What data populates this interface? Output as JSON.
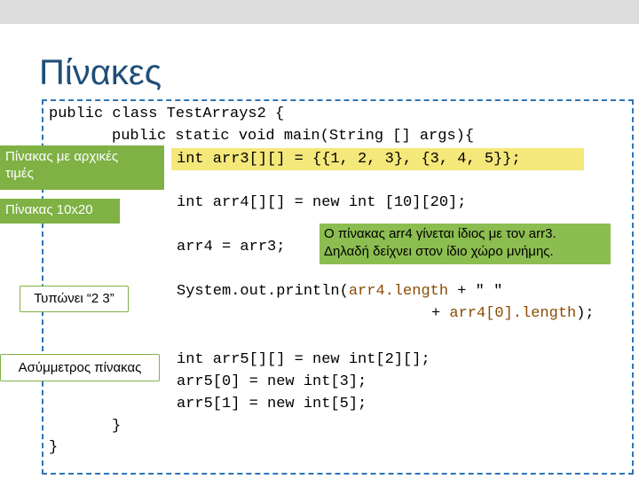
{
  "slide": {
    "title": "Πίνακες"
  },
  "code": {
    "line1": "public class TestArrays2 {",
    "line2": "public static void main(String [] args){",
    "line3": "int arr3[][] = {{1, 2, 3}, {3, 4, 5}};",
    "line4": "int arr4[][] = new int [10][20];",
    "line5": "arr4 = arr3;",
    "line6a": "System.out.println(",
    "line6b": "arr4.length",
    "line6c": " + \" \"",
    "line7a": "+ ",
    "line7b": "arr4[0].length",
    "line7c": ");",
    "line8": "int arr5[][] = new int[2][];",
    "line9": "arr5[0] = new int[3];",
    "line10": "arr5[1] = new int[5];",
    "close1": "}",
    "close2": "}"
  },
  "labels": {
    "initialized_line1": "Πίνακας με αρχικές",
    "initialized_line2": "τιμές",
    "array_10x20": "Πίνακας 10x20",
    "prints": "Τυπώνει “2 3”",
    "asymmetric": "Ασύμμετρος πίνακας"
  },
  "note": {
    "line1": "Ο πίνακας arr4 γίνεται ίδιος με τον arr3.",
    "line2": "Δηλαδή δείχνει στον ίδιο χώρο μνήμης."
  },
  "colors": {
    "title": "#1f4e79",
    "highlight": "#f5e87a",
    "label_green": "#7fb144",
    "frame": "#2e74b5",
    "accent_text": "#8a4b00"
  }
}
